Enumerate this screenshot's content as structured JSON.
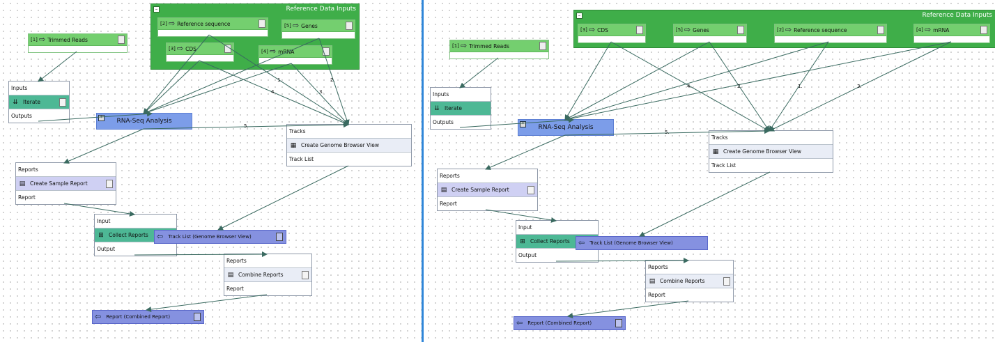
{
  "colors": {
    "group_green": "#3fae49",
    "input_green": "#74cf6f",
    "analysis_blue": "#7c9de9",
    "output_purple": "#8591e0",
    "iterate_teal": "#4db895",
    "divider_blue": "#2f86d8",
    "edge": "#3a6a60"
  },
  "icons": [
    "collapse-icon",
    "input-arrow-icon",
    "document-icon",
    "iterate-icon",
    "genome-browser-icon",
    "sample-report-icon",
    "collect-reports-icon",
    "combine-reports-icon",
    "output-arrow-icon",
    "workflow-star-icon"
  ],
  "group_title": "Reference Data Inputs",
  "group_collapse": "–",
  "input_arrow": "⇨",
  "output_arrow": "⇦",
  "left": {
    "trimmed_reads": {
      "num": "[1]",
      "label": "Trimmed Reads"
    },
    "ref_inputs": [
      {
        "num": "[2]",
        "label": "Reference sequence"
      },
      {
        "num": "[5]",
        "label": "Genes"
      },
      {
        "num": "[3]",
        "label": "CDS"
      },
      {
        "num": "[4]",
        "label": "mRNA"
      }
    ],
    "edge_labels": [
      "1.",
      "4.",
      "3.",
      "2.",
      "5."
    ]
  },
  "right": {
    "trimmed_reads": {
      "num": "[1]",
      "label": "Trimmed Reads"
    },
    "ref_inputs": [
      {
        "num": "[3]",
        "label": "CDS"
      },
      {
        "num": "[5]",
        "label": "Genes"
      },
      {
        "num": "[2]",
        "label": "Reference sequence"
      },
      {
        "num": "[4]",
        "label": "mRNA"
      }
    ],
    "edge_labels": [
      "4.",
      "2.",
      "1.",
      "3.",
      "5."
    ]
  },
  "iterate": {
    "top": "Inputs",
    "label": "Iterate",
    "bottom": "Outputs"
  },
  "rna": {
    "label": "RNA-Seq Analysis",
    "star": "*"
  },
  "genome": {
    "top": "Tracks",
    "label": "Create Genome Browser View",
    "bottom": "Track List"
  },
  "sample": {
    "top": "Reports",
    "label": "Create Sample Report",
    "bottom": "Report"
  },
  "collect": {
    "top": "Input",
    "label": "Collect Reports",
    "bottom": "Output"
  },
  "track_out": {
    "label": "Track List (Genome Browser View)"
  },
  "combine": {
    "top": "Reports",
    "label": "Combine Reports",
    "bottom": "Report"
  },
  "report_out": {
    "label": "Report (Combined Report)"
  }
}
